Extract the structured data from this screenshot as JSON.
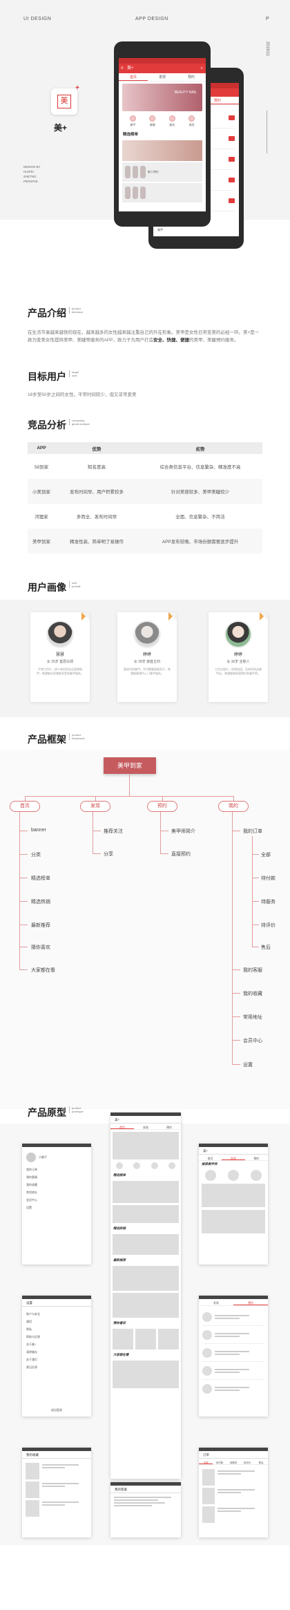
{
  "header": {
    "left_label": "UI DESIGN",
    "center_label": "APP DESIGN",
    "right_label": "P",
    "vertical_label": "2019/11",
    "brand_char": "美",
    "brand_name": "美+",
    "design_by_lines": [
      "DESIGN BY",
      "HUIFEI",
      "ZHETNG",
      "PERSPAE"
    ]
  },
  "phone_front": {
    "app_title": "美+",
    "tabs": [
      "首页",
      "发现",
      "预约"
    ],
    "banner_text": "BEAUTY NAIL",
    "categories": [
      "美甲",
      "美睫",
      "美妆",
      "美发"
    ],
    "section_title": "精选榜单",
    "badge": "新人特价"
  },
  "phone_back": {
    "tabs": [
      "发现",
      "预约"
    ],
    "label": "美甲"
  },
  "intro": {
    "title": "产品介绍",
    "sub": [
      "product",
      "introduce"
    ],
    "text_1": "在生活节奏越来越快的现在，越来越多的女性越来越注重自己的外在形象。美甲是女性日常变美的必经一环。",
    "text_2": "美+是一款为爱美女性提供美甲、美睫等服务的APP，致力于为用户打造",
    "highlight": "安全、快捷、便捷",
    "text_3": "的美甲、美睫预约服务。"
  },
  "target": {
    "title": "目标用户",
    "sub": [
      "target",
      "user"
    ],
    "text": "18岁至50岁之间的女性，平常时间较少，但又非常爱美"
  },
  "competitor": {
    "title": "竞品分析",
    "sub": [
      "competing",
      "goods analyze"
    ],
    "headers": [
      "APP",
      "优势",
      "劣势"
    ],
    "rows": [
      [
        "58到家",
        "知名度高",
        "综合类信息平台、信息繁杂、精准度不高"
      ],
      [
        "小美到家",
        "发布时间早、用户积累较多",
        "针对美容较多、美甲美睫较少"
      ],
      [
        "河狸家",
        "多而全、发布时间早",
        "全面、信息繁杂、不简洁"
      ],
      [
        "美甲到家",
        "精准性高、简单明了易操作",
        "APP发布较晚、市场份额需要逐步提升"
      ]
    ]
  },
  "persona": {
    "title": "用户画像",
    "sub": [
      "user",
      "portrait"
    ],
    "cards": [
      {
        "name": "慧慧",
        "info": "女  25岁  基层白领",
        "desc": "平常工作忙，很少有时间去店里做指甲，希望能在家就能享受到美甲服务。"
      },
      {
        "name": "婷婷",
        "info": "女  28岁  家庭主妇",
        "desc": "喜欢时尚美甲，平时需要照顾孩子，希望能够预约上门美甲服务。"
      },
      {
        "name": "婷婷",
        "info": "女  30岁  全职人",
        "desc": "工作比较忙，经常加班，没有时间去美甲店，希望能够快速预约到美甲师。"
      }
    ]
  },
  "framework": {
    "title": "产品框架",
    "sub": [
      "product",
      "framework"
    ],
    "root": "美甲到家",
    "branches": [
      "首页",
      "发现",
      "预约",
      "我的"
    ],
    "home": [
      "banner",
      "分类",
      "精选榜单",
      "精选热销",
      "最新推荐",
      "猜你喜欢",
      "大家都在看"
    ],
    "discover": [
      "推荐关注",
      "分享"
    ],
    "book": [
      "美甲师简介",
      "直接预约"
    ],
    "mine": [
      "我的订单",
      "我的客服",
      "我的收藏",
      "常用地址",
      "会员中心",
      "设置"
    ],
    "orders": [
      "全部",
      "待付款",
      "待服务",
      "待评价",
      "售后"
    ]
  },
  "prototype": {
    "title": "产品原型",
    "sub": [
      "product",
      "prototype"
    ],
    "screen_labels": {
      "p1_user": "小猫子",
      "p1_menu": [
        "我的订单",
        "我的客服",
        "我的收藏",
        "常用地址",
        "会员中心",
        "设置"
      ],
      "p2_title": "美+",
      "p2_tabs": [
        "首页",
        "发现",
        "预约"
      ],
      "p2_sections": [
        "精选榜单",
        "精选热销",
        "最新推荐",
        "猜你喜欢",
        "大家都在看"
      ],
      "p3_title": "美+",
      "p3_tabs": [
        "首页",
        "发现",
        "预约"
      ],
      "p3_section": "推荐美甲师",
      "p4_title": "设置",
      "p4_items": [
        "账户与安全",
        "通用",
        "隐私",
        "帮助与反馈",
        "关于美+",
        "清除缓存",
        "关于我们",
        "意见反馈"
      ],
      "p4_btn": "退出登录",
      "p5_tabs": [
        "发现",
        "预约"
      ],
      "p6_title": "我的收藏",
      "p7_title": "我的客服",
      "p8_title": "订单",
      "p8_tabs": [
        "全部",
        "待付款",
        "待服务",
        "待评价",
        "售后"
      ]
    }
  }
}
